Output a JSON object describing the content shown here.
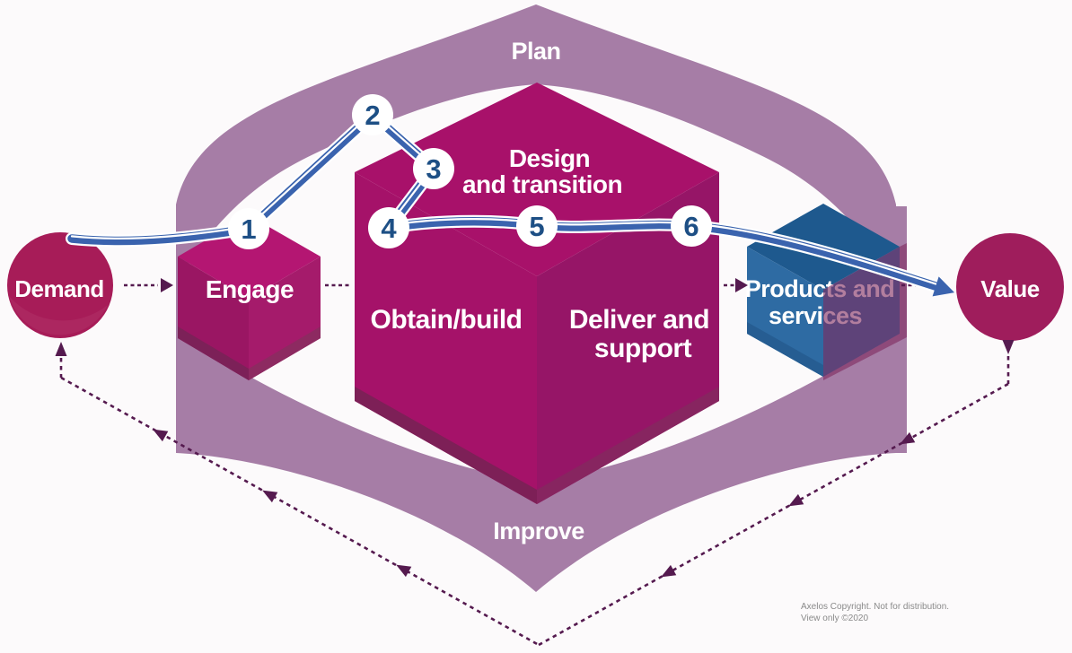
{
  "diagram": {
    "plan_label": "Plan",
    "improve_label": "Improve",
    "demand_label": "Demand",
    "value_label": "Value",
    "engage_label": "Engage",
    "design_line1": "Design",
    "design_line2": "and transition",
    "obtain_label": "Obtain/build",
    "deliver_line1": "Deliver and",
    "deliver_line2": "support",
    "products_line1": "Products and",
    "products_line2": "services",
    "steps": [
      "1",
      "2",
      "3",
      "4",
      "5",
      "6"
    ],
    "footer": {
      "line1": "Axelos Copyright. Not for distribution.",
      "line2": "View only ©2020"
    },
    "colors": {
      "band": "#a67da6",
      "cube_top": "#a8116a",
      "cube_left": "#a51269",
      "cube_right": "#961567",
      "engage_top": "#b41672",
      "engage_left": "#9a1663",
      "engage_right": "#a51b6b",
      "blue_top": "#1e598e",
      "blue_face": "#2e6ba3",
      "demand_node": "#a71c58",
      "value_node": "#9f1d5c",
      "journey_blue": "#3a63ae",
      "step_number": "#1d4f85",
      "loop_plum": "#551a4f",
      "overlay_plum": "#7e285d",
      "footer_gray": "#8a8a8a"
    }
  }
}
